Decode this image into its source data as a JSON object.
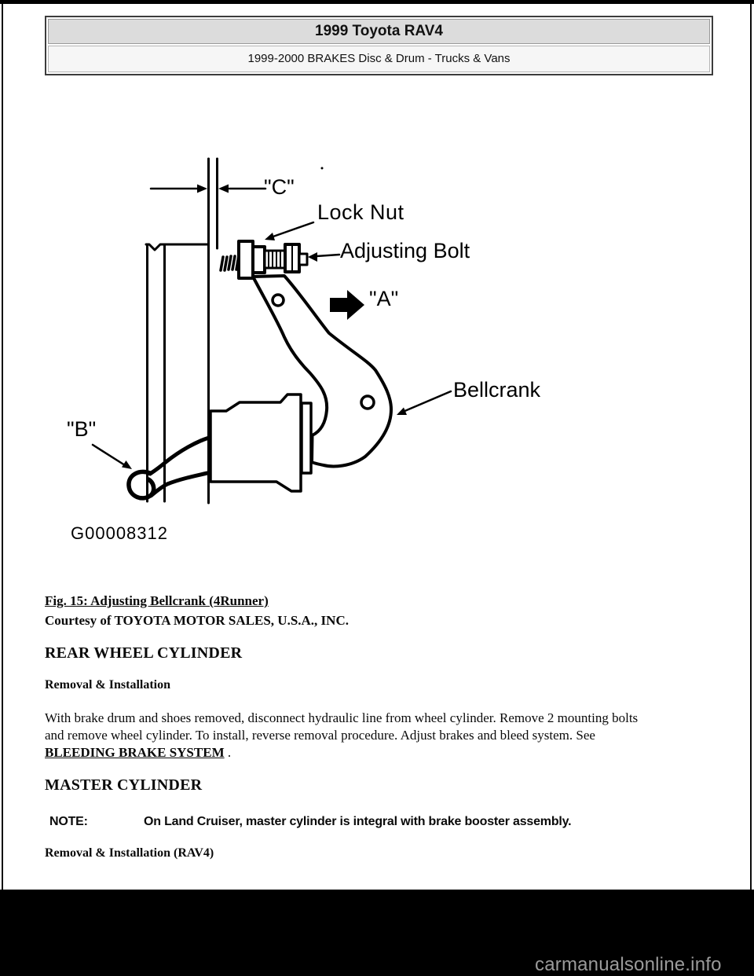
{
  "header": {
    "title": "1999 Toyota RAV4",
    "subtitle": "1999-2000 BRAKES Disc & Drum - Trucks & Vans"
  },
  "figure": {
    "labels": {
      "c": "\"C\"",
      "lock_nut": "Lock Nut",
      "adjusting_bolt": "Adjusting Bolt",
      "a": "\"A\"",
      "bellcrank": "Bellcrank",
      "b": "\"B\""
    },
    "code": "G00008312",
    "caption": "Fig. 15: Adjusting Bellcrank (4Runner)",
    "credit": "Courtesy of TOYOTA MOTOR SALES, U.S.A., INC."
  },
  "rear_wheel_cylinder": {
    "heading": "REAR WHEEL CYLINDER",
    "subheading": "Removal & Installation",
    "body_lines": [
      "With brake drum and shoes removed, disconnect hydraulic line from wheel cylinder. Remove 2 mounting bolts",
      "and remove wheel cylinder. To install, reverse removal procedure. Adjust brakes and bleed system. See"
    ],
    "link_label": "BLEEDING BRAKE SYSTEM",
    "link_suffix": " ."
  },
  "master_cylinder": {
    "heading": "MASTER CYLINDER",
    "note_label": "NOTE:",
    "note_text": "On Land Cruiser, master cylinder is integral with brake booster assembly.",
    "subheading": "Removal & Installation (RAV4)"
  },
  "watermark": "carmanualsonline.info",
  "colors": {
    "frame": "#000000",
    "header_row1_bg": "#dcdcdc",
    "header_row2_bg": "#f6f6f6",
    "text": "#0a0a0a",
    "watermark": "#9a9a9a"
  }
}
